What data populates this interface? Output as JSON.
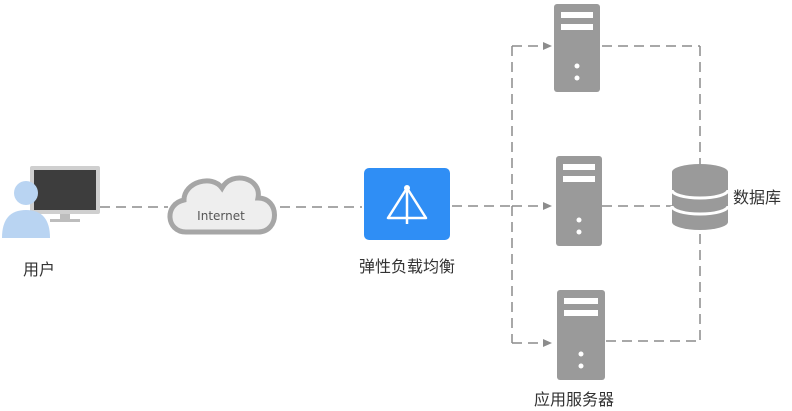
{
  "nodes": {
    "user": {
      "label": "用户"
    },
    "internet": {
      "label": "Internet"
    },
    "load_balancer": {
      "label": "弹性负载均衡"
    },
    "app_servers": {
      "label": "应用服务器",
      "count": 3
    },
    "database": {
      "label": "数据库"
    }
  },
  "colors": {
    "line": "#8c8c8c",
    "server": "#9a9a9a",
    "lb": "#2f8ef5",
    "cloud": "#a6a6a6",
    "user_icon": "#b9d4f2"
  },
  "icons": [
    "user-icon",
    "monitor-icon",
    "cloud-icon",
    "load-balancer-icon",
    "server-icon",
    "database-icon",
    "arrow-icon"
  ]
}
